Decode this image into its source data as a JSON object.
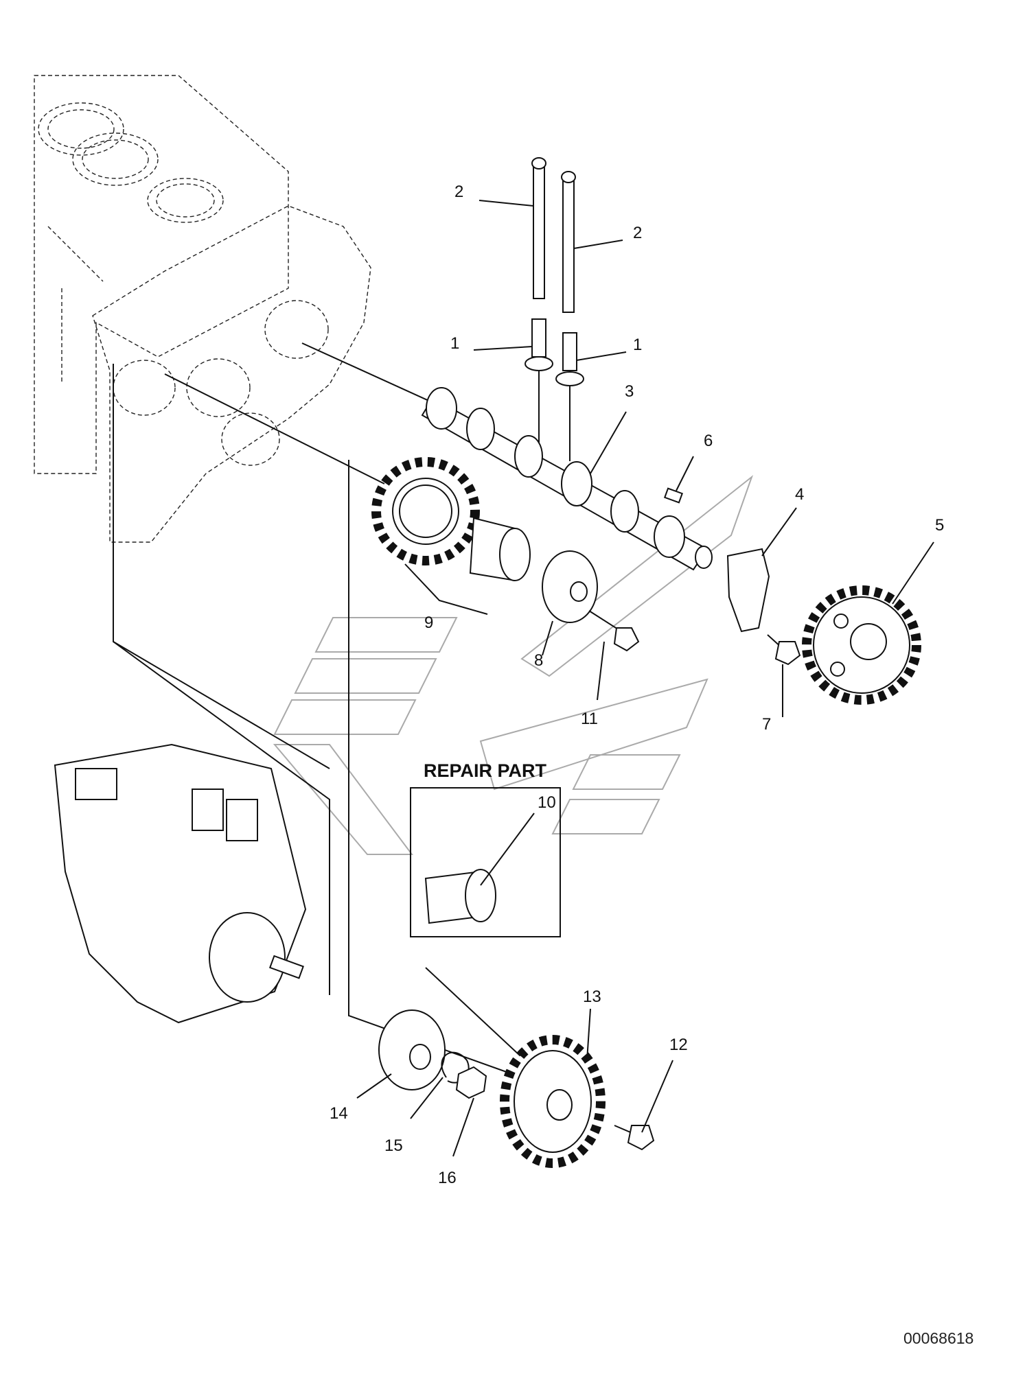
{
  "diagram": {
    "callouts": [
      "1",
      "1",
      "2",
      "2",
      "3",
      "4",
      "5",
      "6",
      "7",
      "8",
      "9",
      "10",
      "11",
      "12",
      "13",
      "14",
      "15",
      "16"
    ],
    "inset_heading": "REPAIR PART",
    "reference_number": "00068618"
  }
}
